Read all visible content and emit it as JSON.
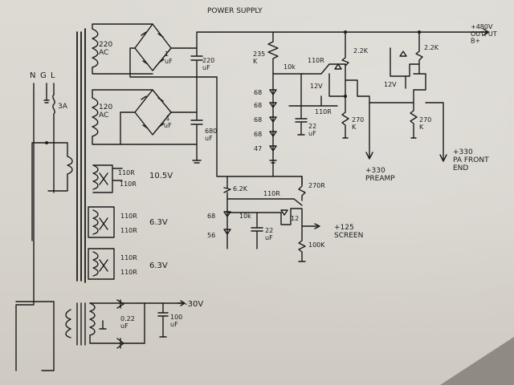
{
  "title": "POWER SUPPLY",
  "mains": {
    "n": "N",
    "g": "G",
    "l": "L",
    "fuse": "3A"
  },
  "transformer_primary_taps": {
    "hv1": "220\nAC",
    "hv2": "120\nAC"
  },
  "filter_caps": {
    "c1": "220\nuF",
    "c2": "680\nuF",
    "c_small1": "1\nuF",
    "c_small2": ".1\nuF"
  },
  "heater_windings": {
    "w1": "10.5V",
    "w2": "6.3V",
    "w3": "6.3V"
  },
  "heater_resistors": {
    "r1": "110R",
    "r2": "110R",
    "r3": "110R",
    "r4": "110R",
    "r5": "110R",
    "r6": "110R"
  },
  "bias": {
    "cap": "0.22\nuF",
    "out_cap": "100\nuF",
    "label": "-30V"
  },
  "b_plus": {
    "label": "+480V\nOUTPUT\nB+",
    "r_top1": "2.2K",
    "r_top2": "2.2K"
  },
  "divider_left": {
    "r": "235\nK",
    "r10k": "10k",
    "r110": "110R",
    "z1": "68",
    "z2": "68",
    "z3": "68",
    "z4": "68",
    "z5": "47",
    "cap": "22\nuF"
  },
  "regulator1": {
    "zener": "12V",
    "r110": "110R",
    "r270": "270\nK",
    "out": "+330\nPREAMP"
  },
  "regulator2": {
    "zener": "12V",
    "r270": "270\nK",
    "out": "+330\nPA FRONT\nEND"
  },
  "screen_reg": {
    "r62": "6.2K",
    "r110": "110R",
    "r270": "270R",
    "r10k": "10k",
    "cap": "22\nuF",
    "zener": "12",
    "z68": "68",
    "z56": "56",
    "rout": "100K",
    "out": "+125\nSCREEN"
  }
}
